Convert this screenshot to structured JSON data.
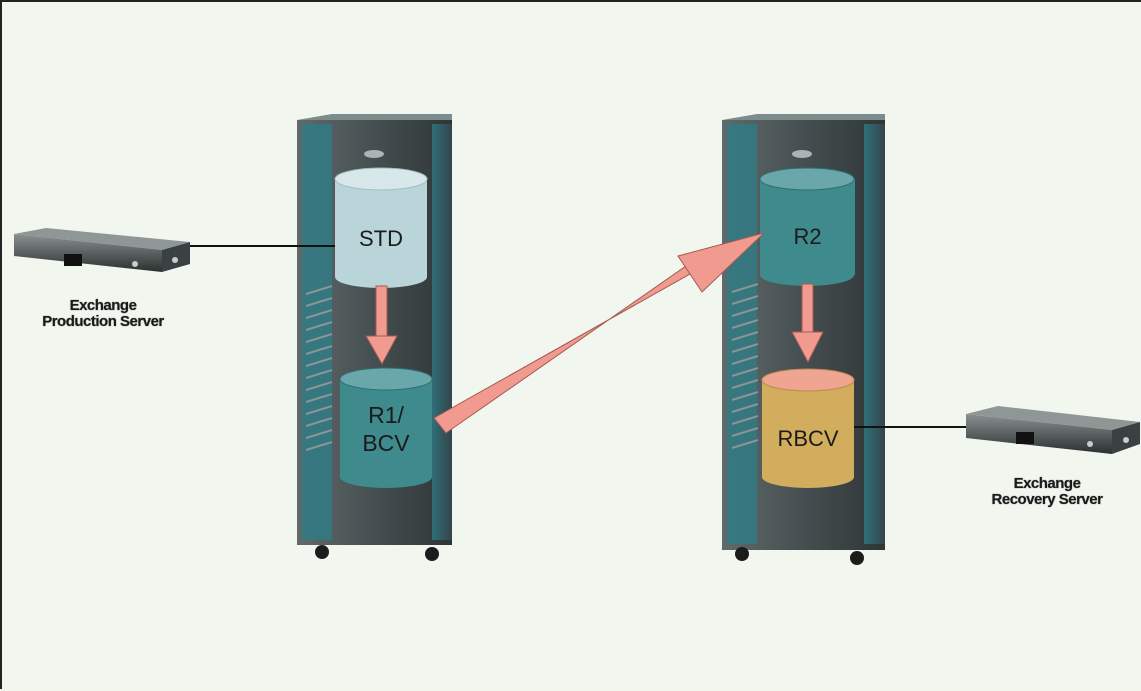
{
  "servers": {
    "production": {
      "line1": "Exchange",
      "line2": "Production Server"
    },
    "recovery": {
      "line1": "Exchange",
      "line2": "Recovery Server"
    }
  },
  "disks": {
    "std": {
      "label": "STD"
    },
    "r1_bcv": {
      "line1": "R1/",
      "line2": "BCV"
    },
    "r2": {
      "label": "R2"
    },
    "rbcv": {
      "label": "RBCV"
    }
  },
  "colors": {
    "cabinet": "#4b5556",
    "cabinet_teal": "#2e7c86",
    "disk_teal": "#3f8a8c",
    "disk_light": "#b9d5d9",
    "disk_gold": "#d2ad5e",
    "arrow": "#f19b90"
  }
}
